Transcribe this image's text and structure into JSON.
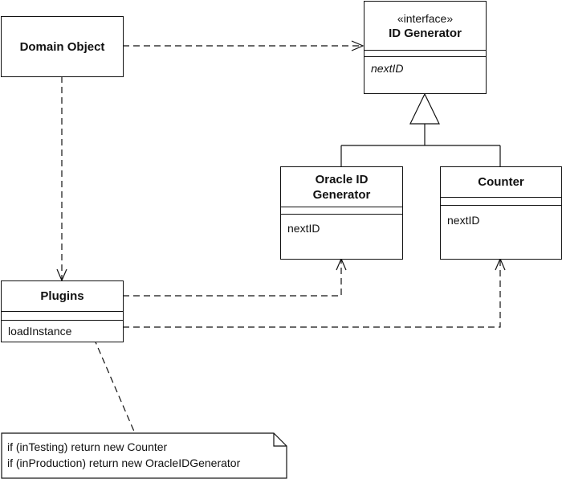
{
  "classes": {
    "domain_object": {
      "name": "Domain Object"
    },
    "id_generator": {
      "stereotype": "«interface»",
      "name": "ID Generator",
      "operation": "nextID"
    },
    "oracle_id_generator": {
      "name_line1": "Oracle ID",
      "name_line2": "Generator",
      "operation": "nextID"
    },
    "counter": {
      "name": "Counter",
      "operation": "nextID"
    },
    "plugins": {
      "name": "Plugins",
      "operation": "loadInstance"
    }
  },
  "note": {
    "line1": "if (inTesting) return new Counter",
    "line2": "if (inProduction) return new OracleIDGenerator"
  }
}
